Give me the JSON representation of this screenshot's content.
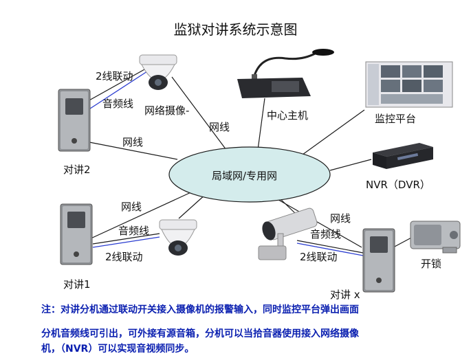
{
  "title": "监狱对讲系统示意图",
  "hub": {
    "label": "局域网/专用网",
    "fill": "#d4ecec"
  },
  "devices": {
    "intercom_2": "对讲2",
    "intercom_1": "对讲1",
    "intercom_x": "对讲 x",
    "network_camera": "网络摄像-",
    "central_host": "中心主机",
    "monitor_platform": "监控平台",
    "nvr": "NVR（DVR）",
    "unlock": "开锁"
  },
  "links": {
    "ethernet_a": "网线",
    "ethernet_b": "网线",
    "ethernet_c": "网线",
    "ethernet_d": "网线",
    "audio_a": "音频线",
    "audio_b": "音频线",
    "audio_c": "音频线",
    "wire2_a": "2线联动",
    "wire2_b": "2线联动",
    "wire2_c": "2线联动"
  },
  "notes": [
    "注：对讲分机通过联动开关接入摄像机的报警输入，同时监控平台弹出画面",
    "分机音频线可引出，可外接有源音箱，分机可以当拾音器使用接入网络摄像",
    "机，（NVR）可以实现音视频同步。"
  ],
  "colors": {
    "wire": "#1a1a1a",
    "audio_wire": "#2a3cd0",
    "note_text": "#0a1fb0"
  }
}
